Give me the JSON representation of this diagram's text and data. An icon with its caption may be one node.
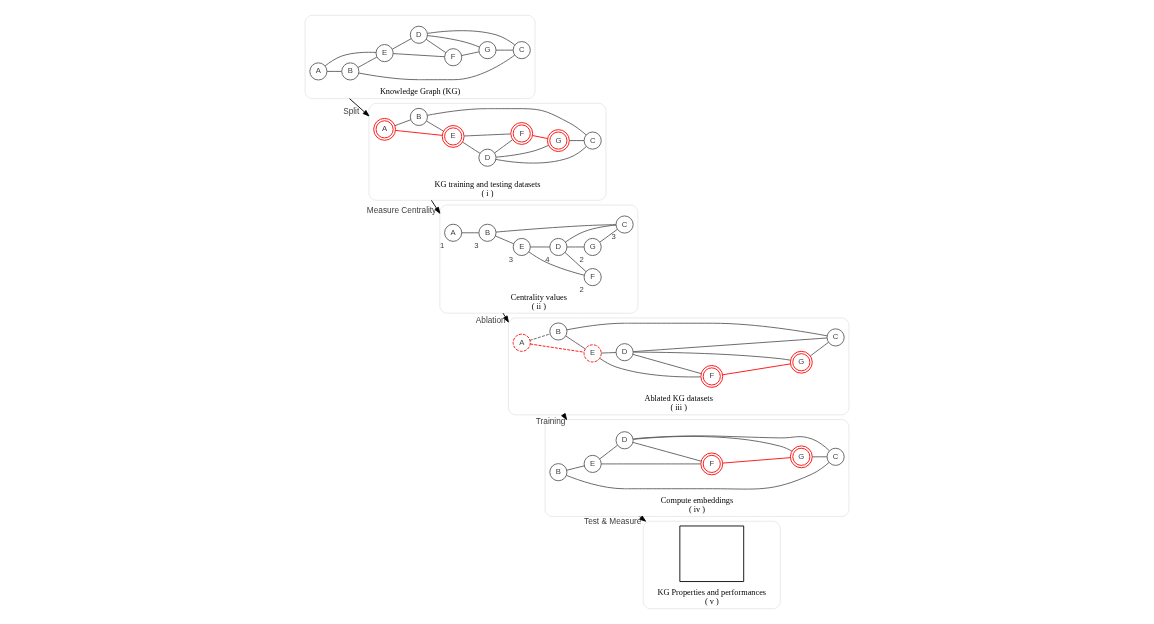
{
  "diagram": {
    "nodes": [
      {
        "text": [
          "Knowledge Graph (KG)"
        ]
      },
      {
        "text": [
          "A"
        ],
        "in": 0
      },
      {
        "text": [
          "E"
        ],
        "in": 0
      },
      {
        "text": [
          "F"
        ],
        "in": 0
      },
      {
        "text": [
          "D"
        ],
        "in": 0
      },
      {
        "text": [
          "G"
        ],
        "in": 0
      },
      {
        "text": [
          "B"
        ],
        "in": 0
      },
      {
        "text": [
          "C"
        ],
        "in": 0
      },
      {
        "text": [
          "KG training and testing datasets",
          "( i )"
        ]
      },
      {
        "text": [
          "A"
        ],
        "in": 8
      },
      {
        "text": [
          "E"
        ],
        "in": 8
      },
      {
        "text": [
          "F"
        ],
        "in": 8
      },
      {
        "text": [
          "D"
        ],
        "in": 8
      },
      {
        "text": [
          "G"
        ],
        "in": 8
      },
      {
        "text": [
          "B"
        ],
        "in": 8
      },
      {
        "text": [
          "C"
        ],
        "in": 8
      },
      {
        "text": [
          "Centrality values",
          "( ii )"
        ]
      },
      {
        "text": [
          "A"
        ],
        "in": 16,
        "beside": [
          "1"
        ]
      },
      {
        "text": [
          "E"
        ],
        "in": 16,
        "beside": [
          "3"
        ]
      },
      {
        "text": [
          "F"
        ],
        "in": 16,
        "beside": [
          "2"
        ]
      },
      {
        "text": [
          "D"
        ],
        "in": 16,
        "beside": [
          "4"
        ]
      },
      {
        "text": [
          "G"
        ],
        "in": 16,
        "beside": [
          "2"
        ]
      },
      {
        "text": [
          "B"
        ],
        "in": 16,
        "beside": [
          "3"
        ]
      },
      {
        "text": [
          "C"
        ],
        "in": 16,
        "beside": [
          "3"
        ]
      },
      {
        "text": [
          "Ablated KG datasets",
          "( iii )"
        ]
      },
      {
        "text": [
          "A"
        ],
        "in": 24
      },
      {
        "text": [
          "E"
        ],
        "in": 24
      },
      {
        "text": [
          "F"
        ],
        "in": 24
      },
      {
        "text": [
          "D"
        ],
        "in": 24
      },
      {
        "text": [
          "G"
        ],
        "in": 24
      },
      {
        "text": [
          "B"
        ],
        "in": 24
      },
      {
        "text": [
          "C"
        ],
        "in": 24
      },
      {
        "text": [
          "Compute embeddings",
          "( iv )"
        ]
      },
      {
        "text": [
          "E"
        ],
        "in": 32
      },
      {
        "text": [
          "F"
        ],
        "in": 32
      },
      {
        "text": [
          "D"
        ],
        "in": 32
      },
      {
        "text": [
          "G"
        ],
        "in": 32
      },
      {
        "text": [
          "B"
        ],
        "in": 32
      },
      {
        "text": [
          "C"
        ],
        "in": 32
      },
      {
        "text": [
          "KG Properties and performances",
          "( v )"
        ]
      },
      {
        "text": [],
        "shape": "box",
        "in": 39
      }
    ],
    "edges": [
      {
        "from": 1,
        "to": 2,
        "arrow": "none"
      },
      {
        "from": 1,
        "to": 6,
        "arrow": "none"
      },
      {
        "from": 6,
        "to": 2,
        "arrow": "none"
      },
      {
        "from": 2,
        "to": 4,
        "arrow": "none"
      },
      {
        "from": 2,
        "to": 3,
        "arrow": "none"
      },
      {
        "from": 4,
        "to": 3,
        "arrow": "none"
      },
      {
        "from": 4,
        "to": 5,
        "arrow": "none"
      },
      {
        "from": 3,
        "to": 5,
        "arrow": "none"
      },
      {
        "from": 4,
        "to": 7,
        "arrow": "none"
      },
      {
        "from": 5,
        "to": 7,
        "arrow": "none"
      },
      {
        "from": 6,
        "to": 7,
        "arrow": "none"
      },
      {
        "from": 0,
        "to": 8,
        "arrow": "to",
        "label": "Split",
        "color": "#000000"
      },
      {
        "from": 9,
        "to": 10,
        "arrow": "none",
        "color": "#ff0000"
      },
      {
        "from": 9,
        "to": 14,
        "arrow": "none"
      },
      {
        "from": 14,
        "to": 10,
        "arrow": "none"
      },
      {
        "from": 10,
        "to": 12,
        "arrow": "none"
      },
      {
        "from": 10,
        "to": 11,
        "arrow": "none"
      },
      {
        "from": 12,
        "to": 11,
        "arrow": "none"
      },
      {
        "from": 12,
        "to": 13,
        "arrow": "none"
      },
      {
        "from": 11,
        "to": 13,
        "arrow": "none",
        "color": "#ff0000"
      },
      {
        "from": 12,
        "to": 15,
        "arrow": "none"
      },
      {
        "from": 13,
        "to": 15,
        "arrow": "none"
      },
      {
        "from": 14,
        "to": 15,
        "arrow": "none"
      },
      {
        "from": 8,
        "to": 16,
        "arrow": "to",
        "label": "Measure Centrality",
        "color": "#000000"
      },
      {
        "from": 17,
        "to": 22,
        "arrow": "none"
      },
      {
        "from": 22,
        "to": 18,
        "arrow": "none"
      },
      {
        "from": 18,
        "to": 20,
        "arrow": "none"
      },
      {
        "from": 18,
        "to": 19,
        "arrow": "none"
      },
      {
        "from": 20,
        "to": 19,
        "arrow": "none"
      },
      {
        "from": 20,
        "to": 21,
        "arrow": "none"
      },
      {
        "from": 20,
        "to": 23,
        "arrow": "none"
      },
      {
        "from": 21,
        "to": 23,
        "arrow": "none"
      },
      {
        "from": 22,
        "to": 23,
        "arrow": "none"
      },
      {
        "from": 16,
        "to": 24,
        "arrow": "to",
        "label": "Ablation",
        "color": "#000000"
      },
      {
        "from": 25,
        "to": 26,
        "arrow": "none",
        "style": "dashed",
        "color": "#ff0000"
      },
      {
        "from": 25,
        "to": 30,
        "arrow": "none",
        "style": "dashed"
      },
      {
        "from": 30,
        "to": 26,
        "arrow": "none"
      },
      {
        "from": 26,
        "to": 28,
        "arrow": "none"
      },
      {
        "from": 26,
        "to": 27,
        "arrow": "none"
      },
      {
        "from": 28,
        "to": 27,
        "arrow": "none"
      },
      {
        "from": 28,
        "to": 29,
        "arrow": "none"
      },
      {
        "from": 27,
        "to": 29,
        "arrow": "none",
        "color": "#ff0000"
      },
      {
        "from": 28,
        "to": 31,
        "arrow": "none"
      },
      {
        "from": 29,
        "to": 31,
        "arrow": "none"
      },
      {
        "from": 30,
        "to": 31,
        "arrow": "none"
      },
      {
        "from": 24,
        "to": 32,
        "arrow": "to",
        "label": "Training",
        "color": "#000000"
      },
      {
        "from": 37,
        "to": 33,
        "arrow": "none"
      },
      {
        "from": 33,
        "to": 35,
        "arrow": "none"
      },
      {
        "from": 33,
        "to": 34,
        "arrow": "none"
      },
      {
        "from": 35,
        "to": 34,
        "arrow": "none"
      },
      {
        "from": 35,
        "to": 36,
        "arrow": "none"
      },
      {
        "from": 34,
        "to": 36,
        "arrow": "none",
        "color": "#ff0000"
      },
      {
        "from": 35,
        "to": 38,
        "arrow": "none"
      },
      {
        "from": 36,
        "to": 38,
        "arrow": "none"
      },
      {
        "from": 37,
        "to": 38,
        "arrow": "none"
      },
      {
        "from": 32,
        "to": 39,
        "arrow": "to",
        "label": "Test & Measure",
        "color": "#000000"
      }
    ]
  }
}
